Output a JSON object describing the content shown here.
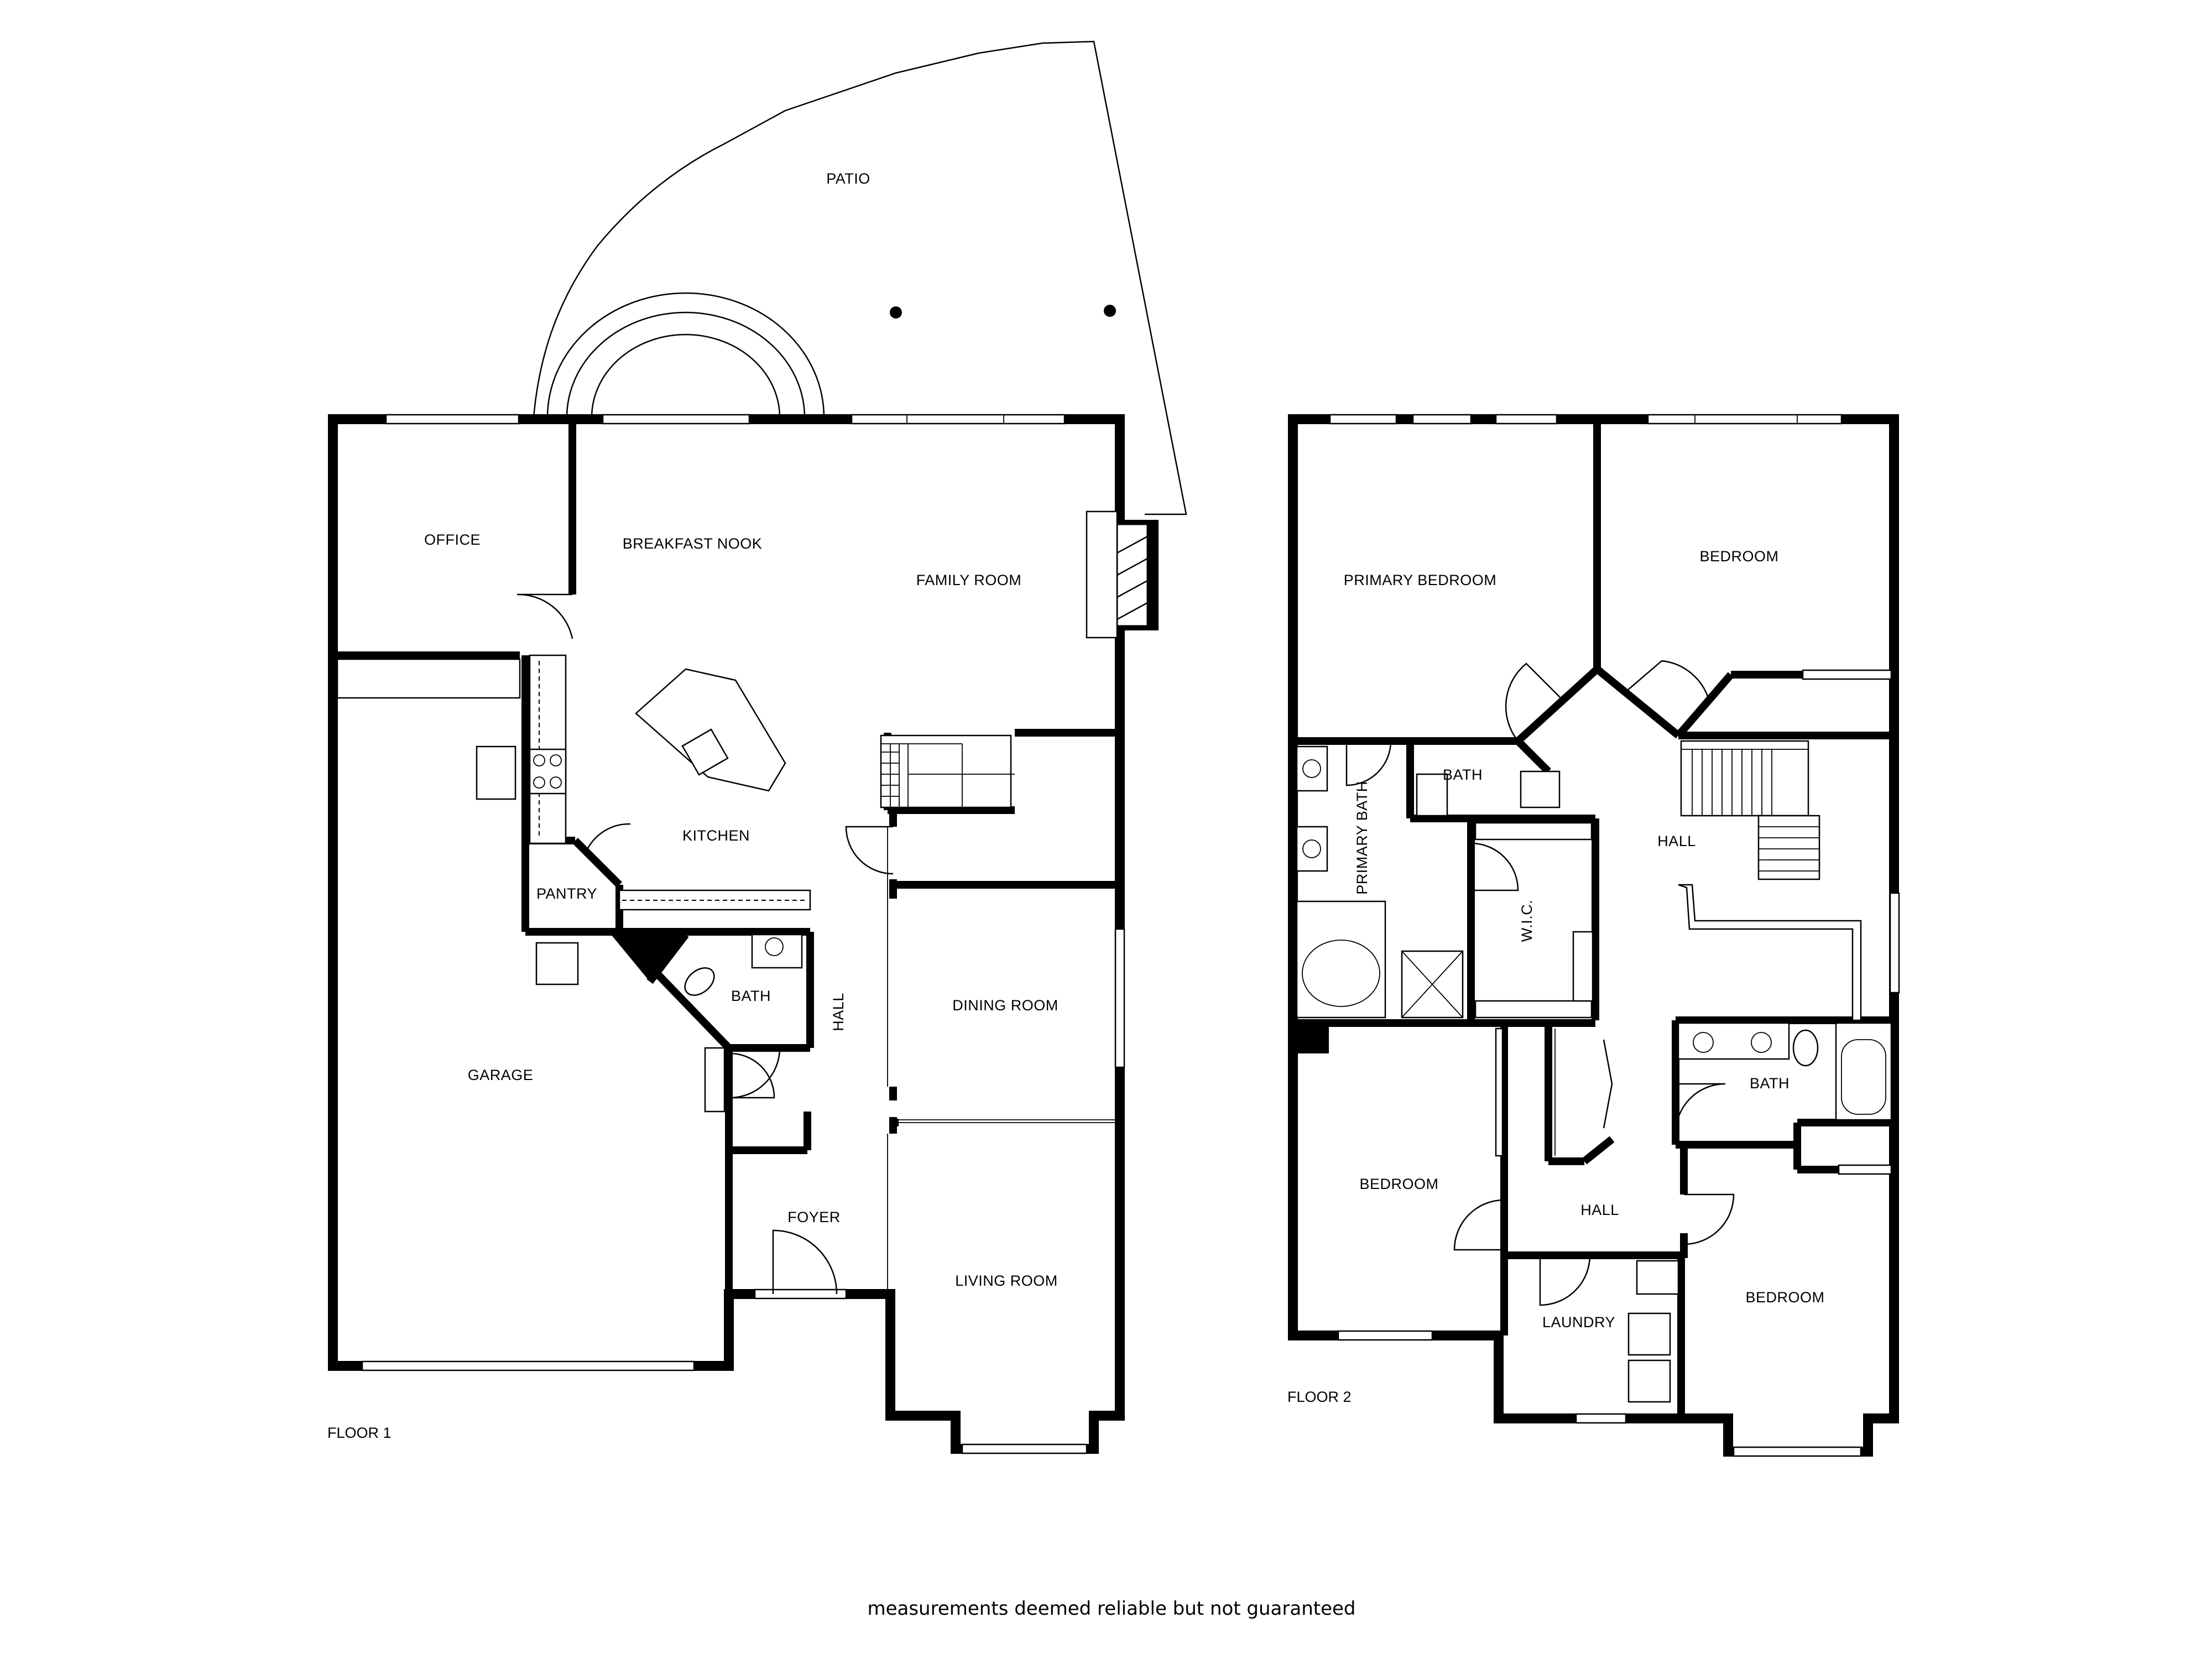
{
  "floors": [
    {
      "label": "FLOOR 1",
      "rooms": {
        "patio": "PATIO",
        "office": "OFFICE",
        "breakfast_nook": "BREAKFAST NOOK",
        "family_room": "FAMILY ROOM",
        "kitchen": "KITCHEN",
        "pantry": "PANTRY",
        "bath": "BATH",
        "hall": "HALL",
        "dining_room": "DINING ROOM",
        "garage": "GARAGE",
        "foyer": "FOYER",
        "living_room": "LIVING ROOM"
      }
    },
    {
      "label": "FLOOR 2",
      "rooms": {
        "primary_bedroom": "PRIMARY BEDROOM",
        "bedroom_ne": "BEDROOM",
        "primary_bath": "PRIMARY BATH",
        "bath_small": "BATH",
        "wic": "W.I.C.",
        "hall_upper": "HALL",
        "bath_east": "BATH",
        "bedroom_sw": "BEDROOM",
        "hall_lower": "HALL",
        "laundry": "LAUNDRY",
        "bedroom_se": "BEDROOM"
      }
    }
  ],
  "disclaimer": "measurements deemed reliable but not guaranteed"
}
